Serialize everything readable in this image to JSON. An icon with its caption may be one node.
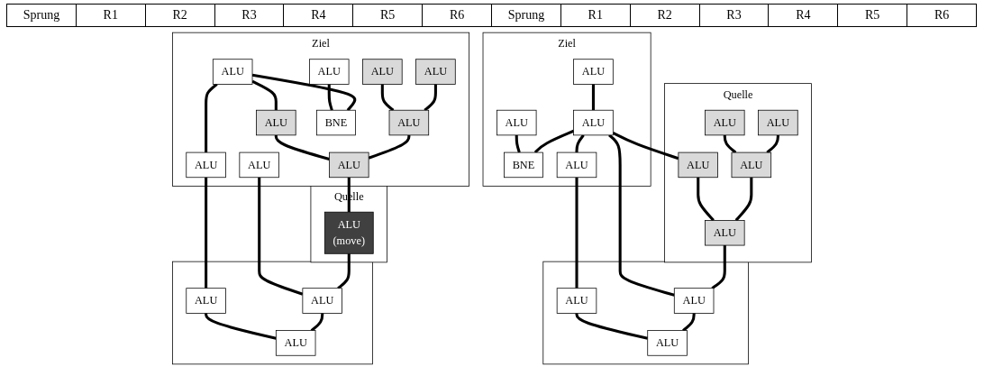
{
  "diagram": {
    "nodes": [
      {
        "text": [
          "Ziel"
        ]
      },
      {
        "text": [
          "ALU"
        ],
        "in": 0
      },
      {
        "text": [
          "ALU"
        ],
        "in": 0
      },
      {
        "text": [
          "ALU"
        ],
        "in": 0
      },
      {
        "text": [
          "BNE"
        ],
        "in": 0
      },
      {
        "text": [
          "ALU"
        ],
        "in": 0
      },
      {
        "text": [
          "Quelle"
        ]
      },
      {
        "text": [
          "ALU"
        ],
        "in": 6
      },
      {
        "text": [
          "ALU"
        ],
        "in": 6
      },
      {
        "text": [
          "ALU"
        ],
        "in": 6
      },
      {
        "text": [
          "ALU"
        ],
        "in": 6
      },
      {
        "text": [
          "ALU"
        ],
        "in": 6
      },
      {
        "text": [],
        "shape": "box"
      },
      {
        "text": [
          "ALU"
        ],
        "in": 12
      },
      {
        "text": [
          "ALU"
        ],
        "in": 12
      },
      {
        "text": [
          "ALU"
        ],
        "in": 12
      },
      {
        "text": [
          "Ziel"
        ]
      },
      {
        "text": [
          "ALU"
        ],
        "in": 16
      },
      {
        "text": [
          "ALU"
        ],
        "in": 16
      },
      {
        "text": [
          "ALU"
        ],
        "in": 16
      },
      {
        "text": [
          "ALU"
        ],
        "in": 16
      },
      {
        "text": [
          "ALU"
        ],
        "in": 16
      },
      {
        "text": [
          "ALU"
        ],
        "in": 16
      },
      {
        "text": [
          "ALU"
        ],
        "in": 16
      },
      {
        "text": [
          "BNE"
        ],
        "in": 16
      },
      {
        "text": [
          "ALU"
        ],
        "in": 16
      },
      {
        "text": [
          "ALU"
        ],
        "in": 16
      },
      {
        "text": [
          "Quelle"
        ]
      },
      {
        "text": [
          "ALU",
          "(move)"
        ],
        "in": 27
      },
      {
        "text": [],
        "shape": "box"
      },
      {
        "text": [
          "ALU"
        ],
        "in": 29
      },
      {
        "text": [
          "ALU"
        ],
        "in": 29
      },
      {
        "text": [
          "ALU"
        ],
        "in": 29
      }
    ],
    "edges": [
      {
        "from": 1,
        "to": 4,
        "arrow": "none"
      },
      {
        "from": 3,
        "to": 4,
        "arrow": "none"
      },
      {
        "from": 2,
        "to": 3,
        "arrow": "none"
      },
      {
        "from": 3,
        "to": 5,
        "arrow": "none"
      },
      {
        "from": 3,
        "to": 7,
        "arrow": "none"
      },
      {
        "from": 3,
        "to": 14,
        "arrow": "none"
      },
      {
        "from": 5,
        "to": 13,
        "arrow": "none"
      },
      {
        "from": 8,
        "to": 10,
        "arrow": "none"
      },
      {
        "from": 9,
        "to": 10,
        "arrow": "none"
      },
      {
        "from": 7,
        "to": 11,
        "arrow": "none"
      },
      {
        "from": 10,
        "to": 11,
        "arrow": "none"
      },
      {
        "from": 11,
        "to": 14,
        "arrow": "none"
      },
      {
        "from": 13,
        "to": 15,
        "arrow": "none"
      },
      {
        "from": 14,
        "to": 15,
        "arrow": "none"
      },
      {
        "from": 17,
        "to": 24,
        "arrow": "none"
      },
      {
        "from": 21,
        "to": 24,
        "arrow": "none"
      },
      {
        "from": 21,
        "to": 22,
        "arrow": "none"
      },
      {
        "from": 18,
        "to": 31,
        "arrow": "none"
      },
      {
        "from": 19,
        "to": 23,
        "arrow": "none"
      },
      {
        "from": 20,
        "to": 23,
        "arrow": "none"
      },
      {
        "from": 21,
        "to": 25,
        "arrow": "none"
      },
      {
        "from": 22,
        "to": 26,
        "arrow": "none"
      },
      {
        "from": 23,
        "to": 26,
        "arrow": "none"
      },
      {
        "from": 26,
        "to": 28,
        "arrow": "none"
      },
      {
        "from": 28,
        "to": 31,
        "arrow": "none"
      },
      {
        "from": 25,
        "to": 30,
        "arrow": "none"
      },
      {
        "from": 30,
        "to": 32,
        "arrow": "none"
      },
      {
        "from": 31,
        "to": 32,
        "arrow": "none"
      }
    ],
    "labels": [
      "Sprung",
      "R1",
      "R2",
      "R3",
      "R4",
      "R5",
      "R6",
      "Sprung",
      "R1",
      "R2",
      "R3",
      "R4",
      "R5",
      "R6"
    ]
  }
}
